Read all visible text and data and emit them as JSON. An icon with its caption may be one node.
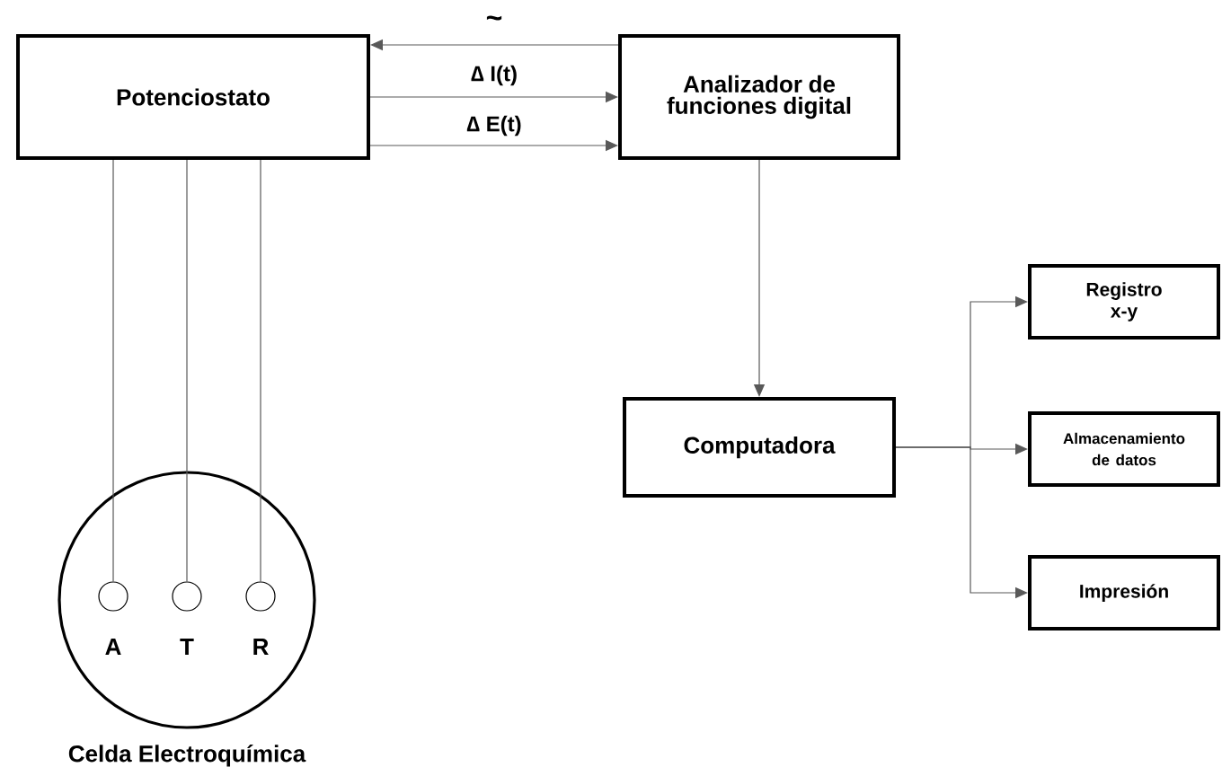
{
  "diagram": {
    "nodes": [
      {
        "text": [
          "Potenciostato"
        ]
      },
      {
        "text": [
          "Analizador de funciones digital"
        ]
      },
      {
        "text": [
          "Computadora"
        ]
      },
      {
        "text": [
          "Registro x-y"
        ]
      },
      {
        "text": [
          "Almacenamiento de datos"
        ]
      },
      {
        "text": [
          "Impresión"
        ]
      },
      {
        "text": [
          "Celda Electroquímica"
        ]
      },
      {
        "text": [],
        "shape": "circle",
        "in": 6,
        "beside": [
          "A"
        ]
      },
      {
        "text": [],
        "shape": "circle",
        "in": 6,
        "beside": [
          "T"
        ]
      },
      {
        "text": [],
        "shape": "circle",
        "in": 6,
        "beside": [
          "R"
        ]
      }
    ],
    "edges": [
      {
        "from": 1,
        "to": 0,
        "arrow": "to",
        "label": "~"
      },
      {
        "from": 0,
        "to": 1,
        "arrow": "to",
        "label": "∆ I(t)"
      },
      {
        "from": 0,
        "to": 1,
        "arrow": "to",
        "label": "∆ E(t)"
      },
      {
        "from": 1,
        "to": 2,
        "arrow": "to"
      },
      {
        "from": 2,
        "to": 3,
        "arrow": "to"
      },
      {
        "from": 2,
        "to": 4,
        "arrow": "to"
      },
      {
        "from": 2,
        "to": 5,
        "arrow": "to"
      },
      {
        "from": 0,
        "to": 7,
        "arrow": "none"
      },
      {
        "from": 0,
        "to": 8,
        "arrow": "none"
      },
      {
        "from": 0,
        "to": 9,
        "arrow": "none"
      }
    ]
  }
}
